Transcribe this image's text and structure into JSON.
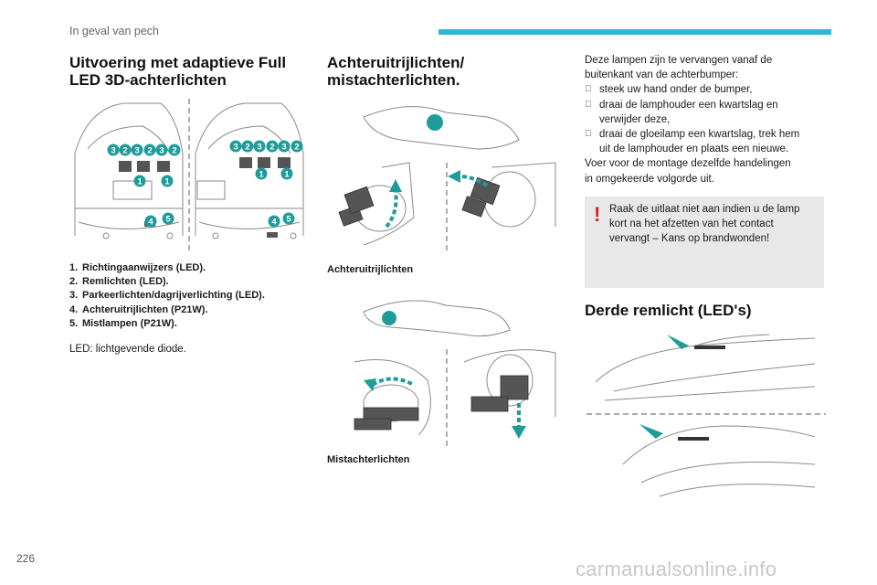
{
  "header": {
    "section": "In geval van pech",
    "accent_color": "#2eb6d6"
  },
  "col1": {
    "title_line1": "Uitvoering met adaptieve Full",
    "title_line2": "LED 3D-achterlichten",
    "diagram_numbers": {
      "n1": "1",
      "n2": "2",
      "n3": "3",
      "n4": "4",
      "n5": "5"
    },
    "items": [
      {
        "num": "1.",
        "text": "Richtingaanwijzers (LED)."
      },
      {
        "num": "2.",
        "text": "Remlichten (LED)."
      },
      {
        "num": "3.",
        "text": "Parkeerlichten/dagrijverlichting (LED)."
      },
      {
        "num": "4.",
        "text": "Achteruitrijlichten (P21W)."
      },
      {
        "num": "5.",
        "text": "Mistlampen (P21W)."
      }
    ],
    "note": "LED: lichtgevende diode."
  },
  "col2": {
    "title_line1": "Achteruitrijlichten/",
    "title_line2": "mistachterlichten.",
    "caption1": "Achteruitrijlichten",
    "caption2": "Mistachterlichten"
  },
  "col3": {
    "intro_line1": "Deze lampen zijn te vervangen vanaf de",
    "intro_line2": "buitenkant van de achterbumper:",
    "bullet": "",
    "steps": [
      {
        "line1": "steek uw hand onder de bumper,",
        "line2": ""
      },
      {
        "line1": "draai de lamphouder een kwartslag en",
        "line2": "verwijder deze,"
      },
      {
        "line1": "draai de gloeilamp een kwartslag, trek hem",
        "line2": "uit de lamphouder en plaats een nieuwe."
      }
    ],
    "outro_line1": "Voer voor de montage dezelfde handelingen",
    "outro_line2": "in omgekeerde volgorde uit.",
    "warning": {
      "mark": "!",
      "line1": "Raak de uitlaat niet aan indien u de lamp",
      "line2": "kort na het afzetten van het contact",
      "line3": "vervangt – Kans op brandwonden!",
      "color": "#d92126"
    },
    "title": "Derde remlicht (LED's)"
  },
  "footer": {
    "page_number": "226",
    "watermark": "carmanualsonline.info"
  },
  "colors": {
    "teal": "#1f9c9a",
    "line_art": "#8a8a8a"
  }
}
